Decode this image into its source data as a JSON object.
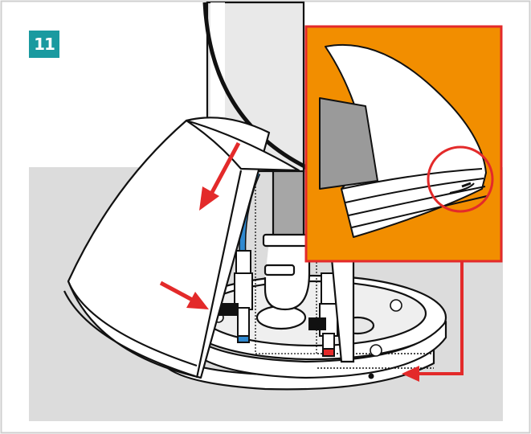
{
  "step": {
    "number": "11"
  },
  "colors": {
    "badge": "#1a9aa0",
    "accent_red": "#e32a2a",
    "inset_orange": "#f28e00",
    "background_grey": "#dcdcdc",
    "border_grey": "#cfcfcf",
    "outline": "#111111",
    "cold_hose": "#2f89d0",
    "hot_marker": "#e32a2a",
    "pipe_grey": "#9a9a9a"
  },
  "icons": {
    "step_badge": "step-number-badge",
    "arrows": "red-direction-arrow",
    "inset": "detail-magnifier-inset"
  }
}
